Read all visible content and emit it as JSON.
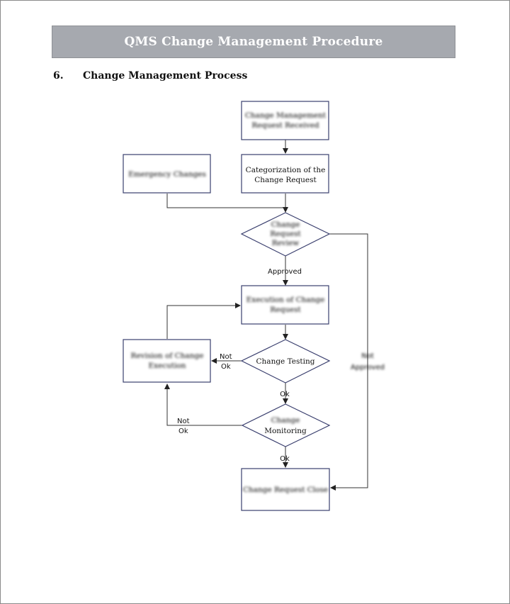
{
  "header": {
    "title": "QMS Change Management Procedure"
  },
  "section": {
    "number": "6.",
    "title": "Change Management Process"
  },
  "flowchart": {
    "nodes": {
      "request_received": {
        "line1": "Change Management",
        "line2": "Request Received"
      },
      "emergency_changes": {
        "line1": "Emergency Changes"
      },
      "categorization": {
        "line1": "Categorization of the",
        "line2": "Change Request"
      },
      "review_decision": {
        "line1": "Change",
        "line2": "Request",
        "line3": "Review"
      },
      "execution": {
        "line1": "Execution of Change",
        "line2": "Request"
      },
      "revision": {
        "line1": "Revision of Change",
        "line2": "Execution"
      },
      "change_testing": {
        "line1": "Change Testing"
      },
      "monitoring": {
        "line1": "Change",
        "line2": "Monitoring"
      },
      "close": {
        "line1": "Change Request Close"
      }
    },
    "edge_labels": {
      "approved": "Approved",
      "testing_not_ok_1": "Not",
      "testing_not_ok_2": "Ok",
      "testing_ok": "Ok",
      "monitoring_not_ok_1": "Not",
      "monitoring_not_ok_2": "Ok",
      "monitoring_ok": "Ok",
      "not_approved_1": "Not",
      "not_approved_2": "Approved"
    }
  }
}
